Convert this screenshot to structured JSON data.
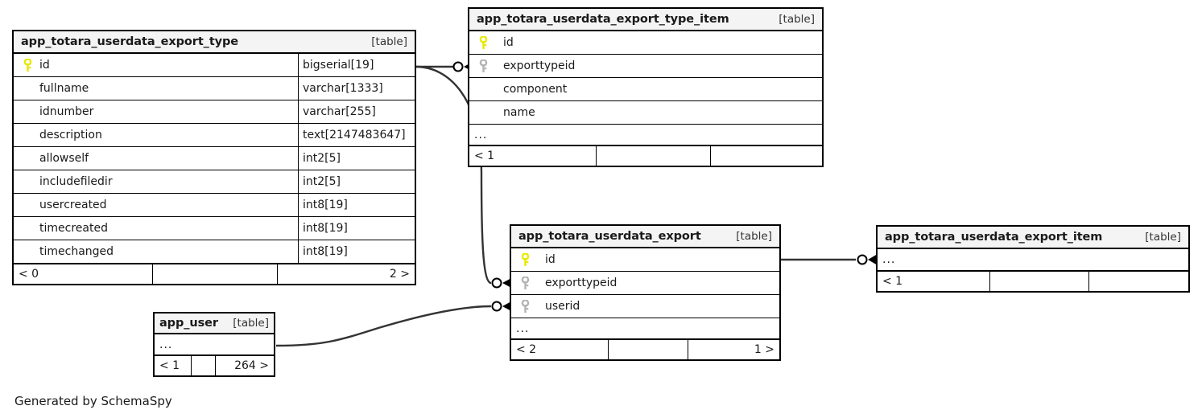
{
  "diagram": {
    "generator_caption": "Generated by SchemaSpy",
    "table_tag": "[table]",
    "ellipsis": "...",
    "colors": {
      "primary_key": "#e8e800",
      "foreign_key": "#b3b3b3",
      "border": "#000000",
      "header_background": "#f4f4f4",
      "page_background": "#ffffff"
    }
  },
  "entities": {
    "export_type": {
      "title": "app_totara_userdata_export_type",
      "tag": "[table]",
      "columns": [
        {
          "key": "primary",
          "name": "id",
          "type": "bigserial[19]"
        },
        {
          "key": "none",
          "name": "fullname",
          "type": "varchar[1333]"
        },
        {
          "key": "none",
          "name": "idnumber",
          "type": "varchar[255]"
        },
        {
          "key": "none",
          "name": "description",
          "type": "text[2147483647]"
        },
        {
          "key": "none",
          "name": "allowself",
          "type": "int2[5]"
        },
        {
          "key": "none",
          "name": "includefiledir",
          "type": "int2[5]"
        },
        {
          "key": "none",
          "name": "usercreated",
          "type": "int8[19]"
        },
        {
          "key": "none",
          "name": "timecreated",
          "type": "int8[19]"
        },
        {
          "key": "none",
          "name": "timechanged",
          "type": "int8[19]"
        }
      ],
      "footer": {
        "left": "< 0",
        "middle": "",
        "right": "2 >"
      }
    },
    "export_type_item": {
      "title": "app_totara_userdata_export_type_item",
      "tag": "[table]",
      "columns": [
        {
          "key": "primary",
          "name": "id",
          "type": ""
        },
        {
          "key": "foreign",
          "name": "exporttypeid",
          "type": ""
        },
        {
          "key": "none",
          "name": "component",
          "type": ""
        },
        {
          "key": "none",
          "name": "name",
          "type": ""
        }
      ],
      "more": "...",
      "footer": {
        "left": "< 1",
        "middle": "",
        "right": ""
      }
    },
    "export": {
      "title": "app_totara_userdata_export",
      "tag": "[table]",
      "columns": [
        {
          "key": "primary",
          "name": "id",
          "type": ""
        },
        {
          "key": "foreign",
          "name": "exporttypeid",
          "type": ""
        },
        {
          "key": "foreign",
          "name": "userid",
          "type": ""
        }
      ],
      "more": "...",
      "footer": {
        "left": "< 2",
        "middle": "",
        "right": "1 >"
      }
    },
    "export_item": {
      "title": "app_totara_userdata_export_item",
      "tag": "[table]",
      "columns": [],
      "more": "...",
      "footer": {
        "left": "< 1",
        "middle": "",
        "right": ""
      }
    },
    "app_user": {
      "title": "app_user",
      "tag": "[table]",
      "columns": [],
      "more": "...",
      "footer": {
        "left": "< 1",
        "middle": "",
        "right": "264 >"
      }
    }
  },
  "relationships": [
    {
      "name": "export-type-to-export-type-item",
      "from": "app_totara_userdata_export_type.id",
      "to": "app_totara_userdata_export_type_item.exporttypeid",
      "from_cardinality": "zero",
      "to_cardinality": "many"
    },
    {
      "name": "export-type-to-export",
      "from": "app_totara_userdata_export_type.id",
      "to": "app_totara_userdata_export.exporttypeid",
      "from_cardinality": "zero",
      "to_cardinality": "many"
    },
    {
      "name": "app-user-to-export",
      "from": "app_user",
      "to": "app_totara_userdata_export.userid",
      "from_cardinality": "zero",
      "to_cardinality": "many"
    },
    {
      "name": "export-to-export-item",
      "from": "app_totara_userdata_export.id",
      "to": "app_totara_userdata_export_item",
      "from_cardinality": "zero",
      "to_cardinality": "many"
    }
  ]
}
